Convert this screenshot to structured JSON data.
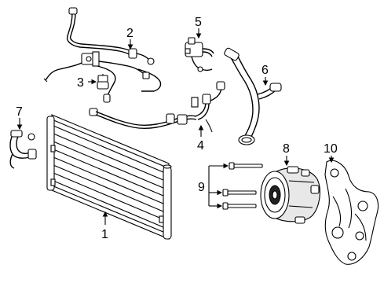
{
  "callouts": [
    {
      "key": "c1",
      "text": "1"
    },
    {
      "key": "c2",
      "text": "2"
    },
    {
      "key": "c3",
      "text": "3"
    },
    {
      "key": "c4",
      "text": "4"
    },
    {
      "key": "c5",
      "text": "5"
    },
    {
      "key": "c6",
      "text": "6"
    },
    {
      "key": "c7",
      "text": "7"
    },
    {
      "key": "c8",
      "text": "8"
    },
    {
      "key": "c9",
      "text": "9"
    },
    {
      "key": "c10",
      "text": "10"
    }
  ]
}
